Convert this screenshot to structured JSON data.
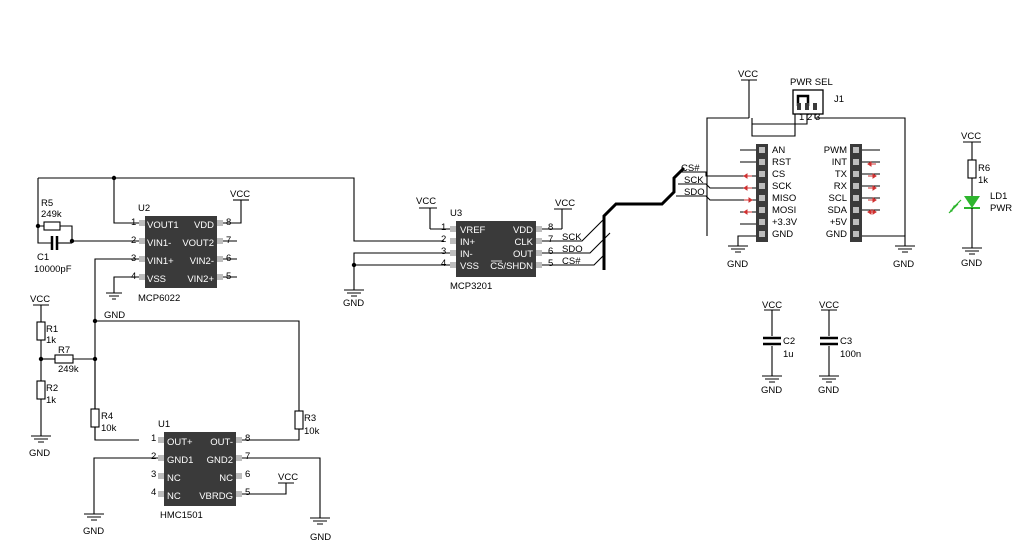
{
  "labels": {
    "vcc": "VCC",
    "gnd": "GND",
    "pwr_sel": "PWR SEL",
    "j1": "J1",
    "cs_hash": "CS#",
    "sck": "SCK",
    "sdo": "SDO"
  },
  "u2": {
    "ref": "U2",
    "part": "MCP6022",
    "pins_left": [
      {
        "num": "1",
        "name": "VOUT1"
      },
      {
        "num": "2",
        "name": "VIN1-"
      },
      {
        "num": "3",
        "name": "VIN1+"
      },
      {
        "num": "4",
        "name": "VSS"
      }
    ],
    "pins_right": [
      {
        "num": "8",
        "name": "VDD"
      },
      {
        "num": "7",
        "name": "VOUT2"
      },
      {
        "num": "6",
        "name": "VIN2-"
      },
      {
        "num": "5",
        "name": "VIN2+"
      }
    ]
  },
  "u3": {
    "ref": "U3",
    "part": "MCP3201",
    "pins_left": [
      {
        "num": "1",
        "name": "VREF"
      },
      {
        "num": "2",
        "name": "IN+"
      },
      {
        "num": "3",
        "name": "IN-"
      },
      {
        "num": "4",
        "name": "VSS"
      }
    ],
    "pins_right": [
      {
        "num": "8",
        "name": "VDD",
        "net": ""
      },
      {
        "num": "7",
        "name": "CLK",
        "net": "SCK"
      },
      {
        "num": "6",
        "name": "OUT",
        "net": "SDO"
      },
      {
        "num": "5",
        "name": "CS/SHDN",
        "net": "CS#"
      }
    ]
  },
  "u1": {
    "ref": "U1",
    "part": "HMC1501",
    "pins_left": [
      {
        "num": "1",
        "name": "OUT+"
      },
      {
        "num": "2",
        "name": "GND1"
      },
      {
        "num": "3",
        "name": "NC"
      },
      {
        "num": "4",
        "name": "NC"
      }
    ],
    "pins_right": [
      {
        "num": "8",
        "name": "OUT-"
      },
      {
        "num": "7",
        "name": "GND2"
      },
      {
        "num": "6",
        "name": "NC"
      },
      {
        "num": "5",
        "name": "VBRDG"
      }
    ]
  },
  "passives": {
    "r5": {
      "ref": "R5",
      "value": "249k"
    },
    "c1": {
      "ref": "C1",
      "value": "10000pF"
    },
    "r1": {
      "ref": "R1",
      "value": "1k"
    },
    "r7": {
      "ref": "R7",
      "value": "249k"
    },
    "r2": {
      "ref": "R2",
      "value": "1k"
    },
    "r4": {
      "ref": "R4",
      "value": "10k"
    },
    "r3": {
      "ref": "R3",
      "value": "10k"
    },
    "r6": {
      "ref": "R6",
      "value": "1k"
    },
    "c2": {
      "ref": "C2",
      "value": "1u"
    },
    "c3": {
      "ref": "C3",
      "value": "100n"
    },
    "ld1": {
      "ref": "LD1",
      "value": "PWR"
    }
  },
  "header_left": [
    "AN",
    "RST",
    "CS",
    "SCK",
    "MISO",
    "MOSI",
    "+3.3V",
    "GND"
  ],
  "header_right": [
    "PWM",
    "INT",
    "TX",
    "RX",
    "SCL",
    "SDA",
    "+5V",
    "GND"
  ],
  "jumper_pins": [
    "1",
    "2",
    "3"
  ],
  "colors": {
    "chip": "#3a3a3a",
    "pin": "#bdbdbd",
    "arrow": "#d03030",
    "led": "#2db52d"
  }
}
